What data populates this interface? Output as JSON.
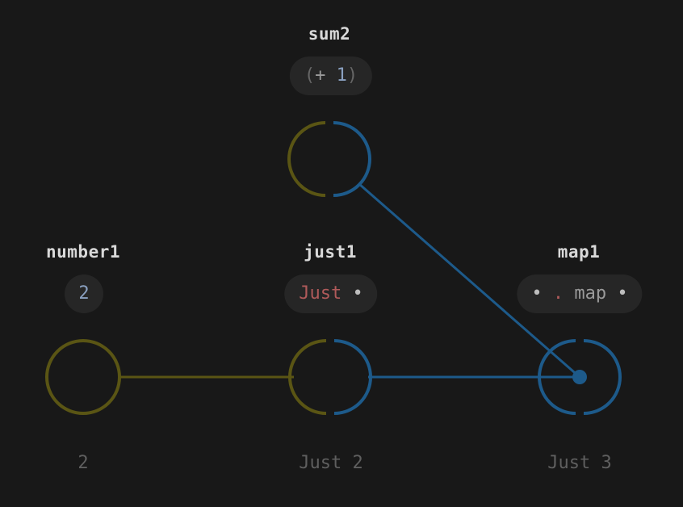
{
  "nodes": {
    "sum2": {
      "title": "sum2",
      "expr": {
        "open": "(",
        "op": "+",
        "arg": "1",
        "close": ")"
      }
    },
    "number1": {
      "title": "number1",
      "expr": {
        "value": "2"
      },
      "result": "2"
    },
    "just1": {
      "title": "just1",
      "expr": {
        "ctor": "Just",
        "hole": "•"
      },
      "result": "Just 2"
    },
    "map1": {
      "title": "map1",
      "expr": {
        "hole_left": "•",
        "compose": ".",
        "fn": "map",
        "hole_right": "•"
      },
      "result": "Just 3"
    }
  },
  "colors": {
    "background": "#181818",
    "input_port": "#5a5514",
    "output_port": "#1d5a8a",
    "link_yellow": "#5a5514",
    "link_blue": "#1d5a8a"
  }
}
